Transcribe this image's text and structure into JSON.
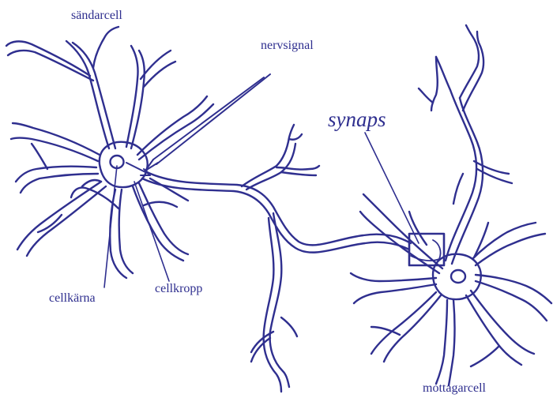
{
  "colors": {
    "ink": "#2f2f8f"
  },
  "labels": {
    "sender_cell": "sändarcell",
    "nerve_signal": "nervsignal",
    "synapse": "synaps",
    "nucleus": "cellkärna",
    "cell_body": "cellkropp",
    "receiver_cell": "mottagarcell"
  }
}
